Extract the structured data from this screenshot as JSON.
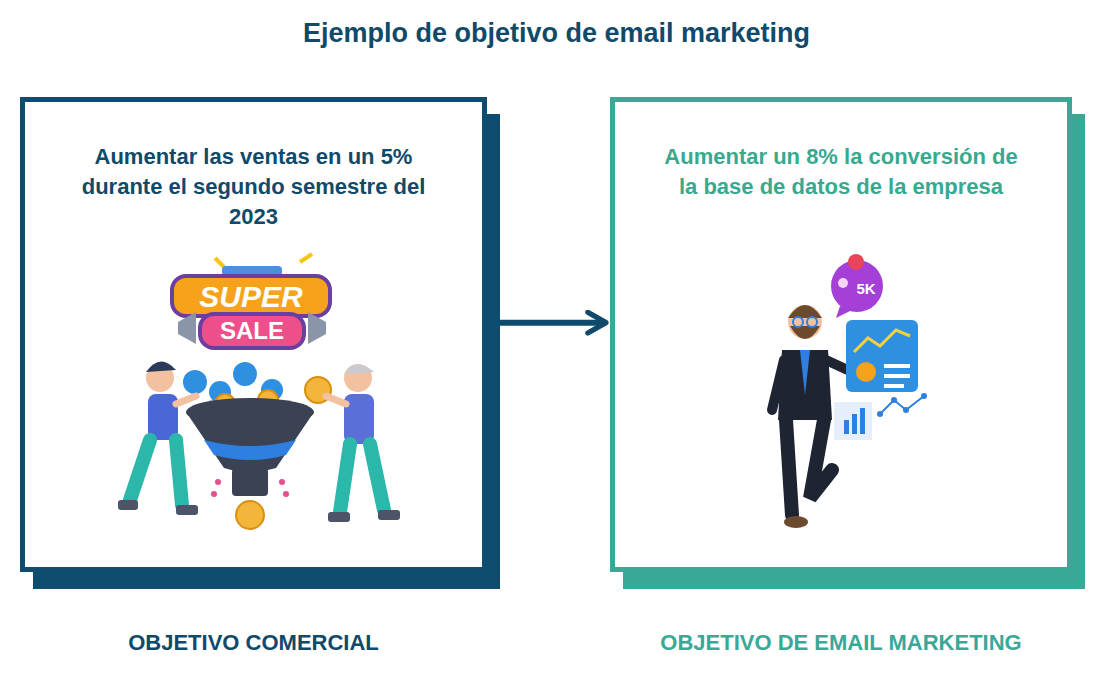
{
  "diagram": {
    "title": "Ejemplo de objetivo de email marketing",
    "nodes": [
      {
        "text": [
          "Aumentar las ventas en un 5% durante el segundo semestre del 2023",
          "OBJETIVO COMERCIAL"
        ]
      },
      {
        "text": [
          "Aumentar un 8% la conversión de la base de datos de la empresa",
          "OBJETIVO DE EMAIL MARKETING"
        ]
      }
    ],
    "edges": [
      {
        "from": 0,
        "to": 1,
        "arrow": "to"
      }
    ],
    "labels": [
      "SUPER",
      "SALE",
      "5K"
    ]
  }
}
